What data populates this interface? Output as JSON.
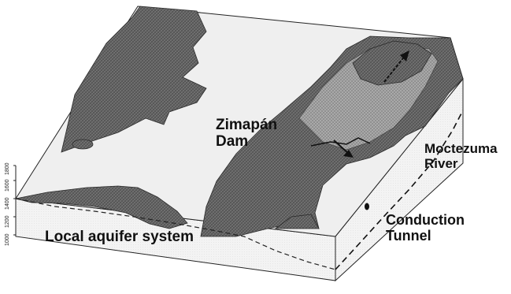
{
  "labels": {
    "dam_line1": "Zimapán",
    "dam_line2": "Dam",
    "river_line1": "Moctezuma",
    "river_line2": "River",
    "tunnel_line1": "Conduction",
    "tunnel_line2": "Tunnel",
    "aquifer": "Local aquifer system"
  },
  "elevation_axis": {
    "ticks": [
      "1000",
      "1200",
      "1400",
      "1600",
      "1800"
    ]
  },
  "colors": {
    "terrain_dark": "#5e5e5e",
    "reservoir_surface": "#efefef",
    "block_side": "#f3f3f3",
    "outline": "#222222"
  }
}
